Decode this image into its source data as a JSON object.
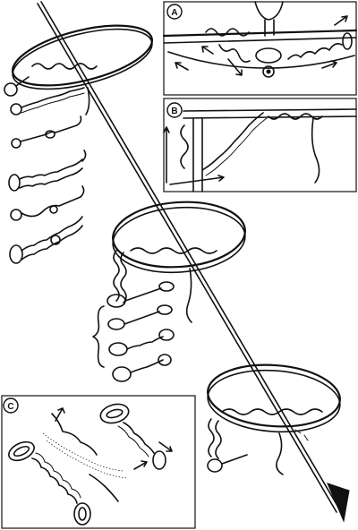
{
  "panels": {
    "a": {
      "label": "A"
    },
    "b": {
      "label": "B"
    },
    "c": {
      "label": "C"
    }
  }
}
